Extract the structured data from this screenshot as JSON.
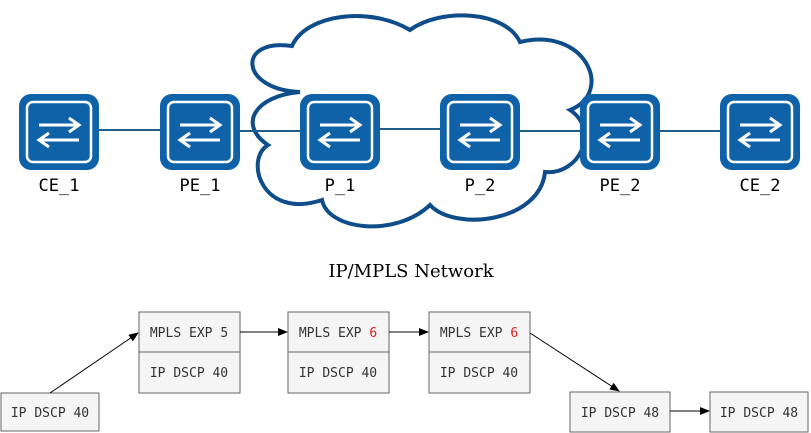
{
  "network": {
    "devices": [
      {
        "id": "ce1",
        "label": "CE_1"
      },
      {
        "id": "pe1",
        "label": "PE_1"
      },
      {
        "id": "p1",
        "label": "P_1"
      },
      {
        "id": "p2",
        "label": "P_2"
      },
      {
        "id": "pe2",
        "label": "PE_2"
      },
      {
        "id": "ce2",
        "label": "CE_2"
      }
    ],
    "cloud_label": "IP/MPLS Network"
  },
  "colors": {
    "device_fill": "#0f62a7",
    "device_border": "#7aa7d2",
    "link": "#1f5f8f",
    "cloud": "#0f4c8a",
    "box_fill": "#f5f5f5",
    "box_border": "#666666",
    "highlight": "#e02020"
  },
  "packets": {
    "ingress": {
      "dscp": "IP DSCP 40"
    },
    "pe1_box": {
      "exp_text": "MPLS EXP ",
      "exp_value": "5",
      "dscp": "IP DSCP 40"
    },
    "p1_box": {
      "exp_text": "MPLS EXP ",
      "exp_value": "6",
      "dscp": "IP DSCP 40"
    },
    "p2_box": {
      "exp_text": "MPLS EXP ",
      "exp_value": "6",
      "dscp": "IP DSCP 40"
    },
    "pe2_out": {
      "dscp": "IP DSCP 48"
    },
    "ce2_out": {
      "dscp": "IP DSCP 48"
    }
  }
}
